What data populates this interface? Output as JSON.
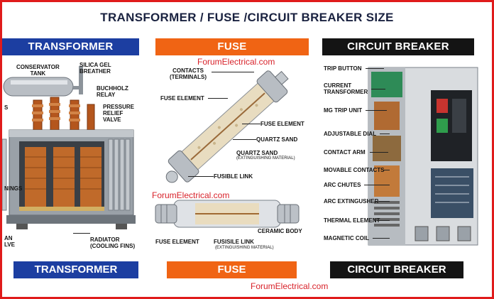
{
  "title": "TRANSFORMER / FUSE /CIRCUIT BREAKER SIZE",
  "watermark": "ForumElectrical.com",
  "colors": {
    "border": "#e01b1b",
    "transformer": "#1c3ea1",
    "fuse": "#f06414",
    "breaker": "#141414"
  },
  "transformer": {
    "header": "TRANSFORMER",
    "footer": "TRANSFORMER",
    "labels": {
      "conservator": "CONSERVATOR\nTANK",
      "silica": "SILICA GEL\nBREATHER",
      "buchholz": "BUCHHOLZ\nRELAY",
      "pressure": "PRESSURE\nRELIEF\nVALVE",
      "bushings": "S",
      "windings": "NINGS",
      "drain": "AN\nLVE",
      "radiator": "RADIATOR\n(COOLING FINS)"
    }
  },
  "fuse": {
    "header": "FUSE",
    "footer": "FUSE",
    "labels": {
      "contacts": "CONTACTS\n(TERMINALS)",
      "fuse_element_top": "FUSE ELEMENT",
      "fuse_element_right": "FUSE ELEMENT",
      "quartz1": "QUARTZ SAND",
      "quartz2": "QUARTZ SAND",
      "quartz2_sub": "(EXTINGUISHING MATERIAL)",
      "fusible": "FUSIBLE LINK",
      "ceramic": "CERAMIC BODY",
      "fuse_element_bottom": "FUSE ELEMENT",
      "fusisile": "FUSISILE  LINK",
      "fusisile_sub": "(EXTINGUISHING MATERIAL)"
    }
  },
  "breaker": {
    "header": "CIRCUIT BREAKER",
    "footer": "CIRCUIT BREAKER",
    "labels": {
      "trip": "TRIP BUTTON",
      "ct": "CURRENT\nTRANSFORMER",
      "mg": "MG TRIP UNIT",
      "dial": "ADJUSTABLE DIAL",
      "arm": "CONTACT ARM",
      "movable": "MOVABLE CONTACTS",
      "chutes": "ARC CHUTES",
      "extinguisher": "ARC EXTINGUSHER",
      "thermal": "THERMAL ELEMENT",
      "magnetic": "MAGNETIC COIL"
    }
  }
}
